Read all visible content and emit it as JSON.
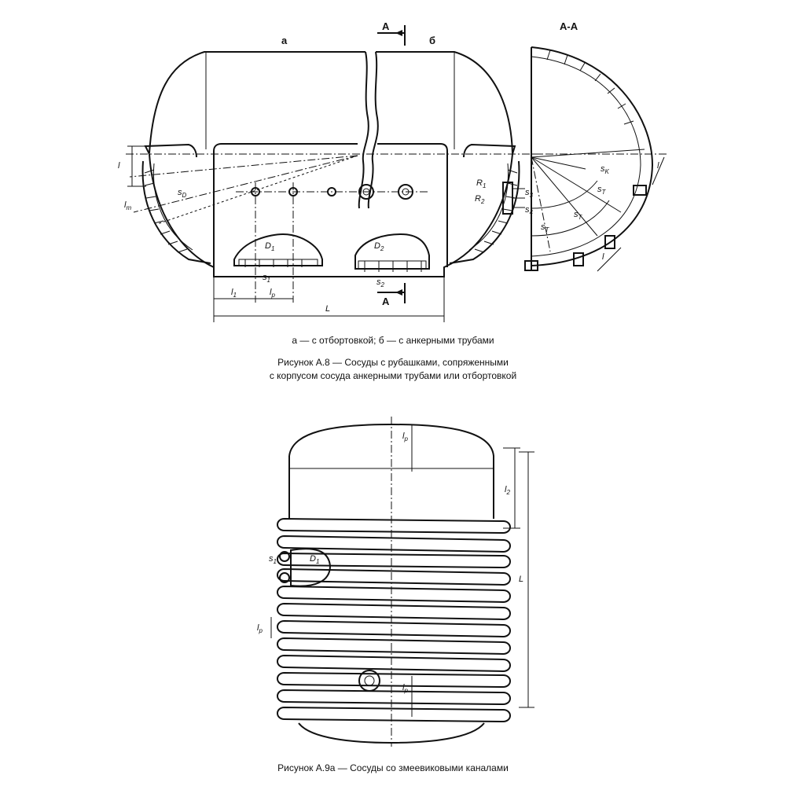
{
  "figure_a8": {
    "part_a_label": "а",
    "part_b_label": "б",
    "section_mark": "А",
    "section_title": "А-А",
    "dims": {
      "l_y": "l",
      "s_d": "s",
      "s_d_sub": "D",
      "l_t": "l",
      "l_t_sub": "т",
      "d1": "D",
      "d1_sub": "1",
      "d2": "D",
      "d2_sub": "2",
      "s1": "s",
      "s1_sub": "1",
      "s2": "s",
      "s2_sub": "2",
      "l1": "l",
      "l1_sub": "1",
      "l_p": "l",
      "l_p_sub": "p",
      "L": "L",
      "R1": "R",
      "R1_sub": "1",
      "R2": "R",
      "R2_sub": "2",
      "s3": "s",
      "s3_sub": "3",
      "s4": "s",
      "s4_sub": "4",
      "s_k": "s",
      "s_k_sub": "K",
      "s_t": "s",
      "s_t_sub": "T",
      "l_sec": "l",
      "l_sec2": "l"
    },
    "legend": "а — с отбортовкой; б — с анкерными трубами",
    "caption_line1": "Рисунок А.8 — Сосуды с рубашками, сопряженными",
    "caption_line2": "с корпусом сосуда анкерными трубами или отбортовкой"
  },
  "figure_a9a": {
    "dims": {
      "lr_top": "l",
      "lr_top_sub": "р",
      "l2": "l",
      "l2_sub": "2",
      "L": "L",
      "s1": "s",
      "s1_sub": "1",
      "D1": "D",
      "D1_sub": "1",
      "lr_mid": "l",
      "lr_mid_sub": "р",
      "lr_bot": "l",
      "lr_bot_sub": "р"
    },
    "caption": "Рисунок А.9а — Сосуды со змеевиковыми каналами"
  }
}
